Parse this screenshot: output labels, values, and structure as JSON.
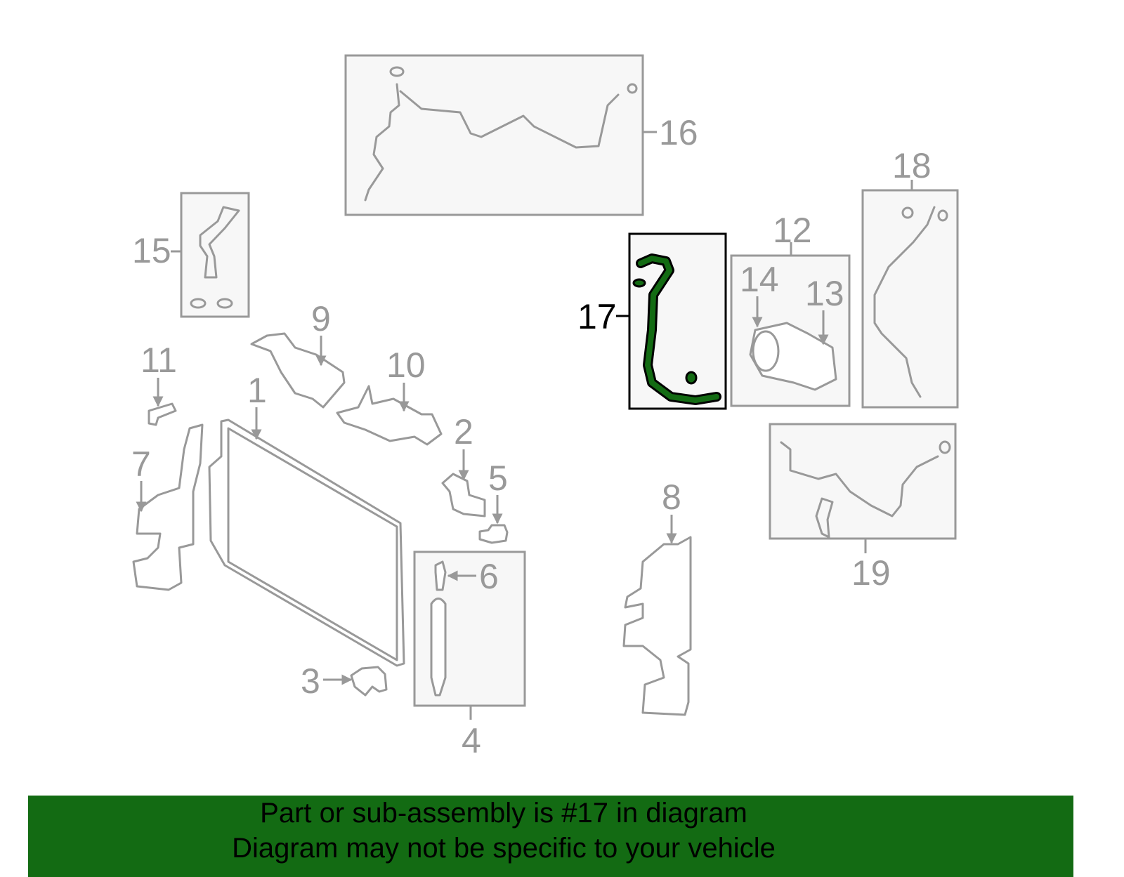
{
  "diagram": {
    "highlighted_part": "17",
    "highlight_color": "#136b13",
    "callouts": [
      "1",
      "2",
      "3",
      "4",
      "5",
      "6",
      "7",
      "8",
      "9",
      "10",
      "11",
      "12",
      "13",
      "14",
      "15",
      "16",
      "17",
      "18",
      "19"
    ]
  },
  "banner": {
    "line1": "Part or sub-assembly is #17 in diagram",
    "line2": "Diagram may not be specific to your vehicle",
    "background": "#136b13"
  }
}
